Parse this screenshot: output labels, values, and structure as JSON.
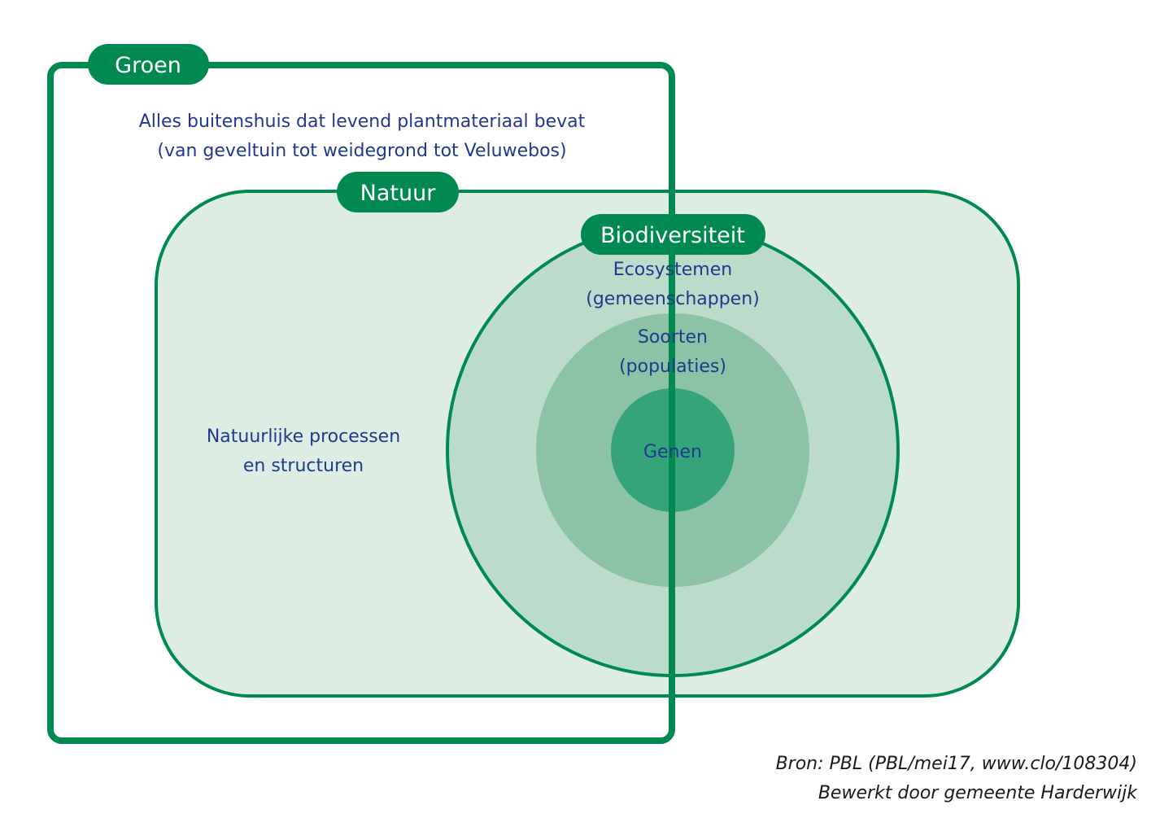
{
  "colors": {
    "stroke_green": "#008a52",
    "pill_green": "#008a52",
    "natuur_fill": "#ddede3",
    "biodiv_fill": "#bcdccb",
    "soorten_fill": "#8cc3a6",
    "genen_fill": "#35a47a",
    "text_blue": "#1f3a8c"
  },
  "groen": {
    "label": "Groen",
    "desc_line1": "Alles buitenshuis dat levend plantmateriaal bevat",
    "desc_line2": "(van geveltuin tot weidegrond tot Veluwebos)"
  },
  "natuur": {
    "label": "Natuur",
    "desc_line1": "Natuurlijke processen",
    "desc_line2": "en structuren"
  },
  "biodiversiteit": {
    "label": "Biodiversiteit",
    "ecosystemen_line1": "Ecosystemen",
    "ecosystemen_line2": "(gemeenschappen)",
    "soorten_line1": "Soorten",
    "soorten_line2": "(populaties)",
    "genen": "Genen"
  },
  "source": {
    "line1": "Bron: PBL (PBL/mei17, www.clo/108304)",
    "line2": "Bewerkt door gemeente Harderwijk"
  }
}
